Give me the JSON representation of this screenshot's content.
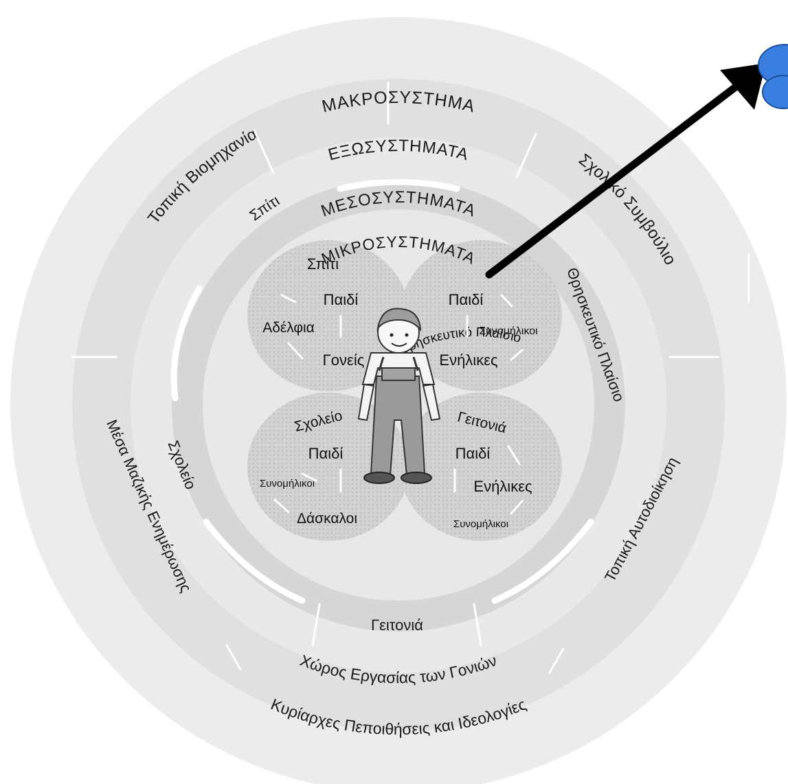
{
  "rings": {
    "macro": "ΜΑΚΡΟΣΥΣΤΗΜΑ",
    "exo": "ΕΞΩΣΥΣΤΗΜΑΤΑ",
    "meso": "ΜΕΣΟΣΥΣΤΗΜΑΤΑ",
    "micro": "ΜΙΚΡΟΣΥΣΤΗΜΑΤΑ"
  },
  "exosystem_labels": {
    "industry": "Τοπική Βιομηχανία",
    "school_board": "Σχολικό Συμβούλιο",
    "local_government": "Τοπική Αυτοδιοίκηση",
    "mass_media": "Μέσα Μαζικής Ενημέρωσης",
    "parents_work": "Χώρος Εργασίας των Γονιών"
  },
  "macrosystem_labels": {
    "beliefs": "Κυρίαρχες Πεποιθήσεις και Ιδεολογίες"
  },
  "mesosystem_labels": {
    "home": "Σπίτι",
    "religious": "Θρησκευτικό Πλαίσιο",
    "school": "Σχολείο",
    "neighborhood": "Γειτονιά"
  },
  "microsystems": {
    "home": {
      "title": "Σπίτι",
      "center": "Παιδί",
      "left": "Αδέλφια",
      "bottom": "Γονείς"
    },
    "religious": {
      "title": "Θρησκευτικό Πλαίσιο",
      "center": "Παιδί",
      "right": "Συνομήλικοι",
      "bottom": "Ενήλικες"
    },
    "school": {
      "title": "Σχολείο",
      "center": "Παιδί",
      "left": "Συνομήλικοι",
      "bottom": "Δάσκαλοι"
    },
    "neighborhood": {
      "title": "Γειτονιά",
      "center": "Παιδί",
      "right": "Ενήλικες",
      "bottom": "Συνομήλικοι"
    }
  },
  "colors": {
    "outer_ring": "#ececec",
    "exo_ring": "#e2e2e2",
    "meso_ring": "#d3d3d3",
    "micro_disc": "#e6e6e6",
    "petal": "#cfcfcf",
    "pointer_arrow": "#000000",
    "blue_shape": "#3a7fe0"
  },
  "icons": {
    "child": "child-figure-icon",
    "pointer": "pointer-arrow-icon",
    "blue": "blue-cloud-icon"
  }
}
